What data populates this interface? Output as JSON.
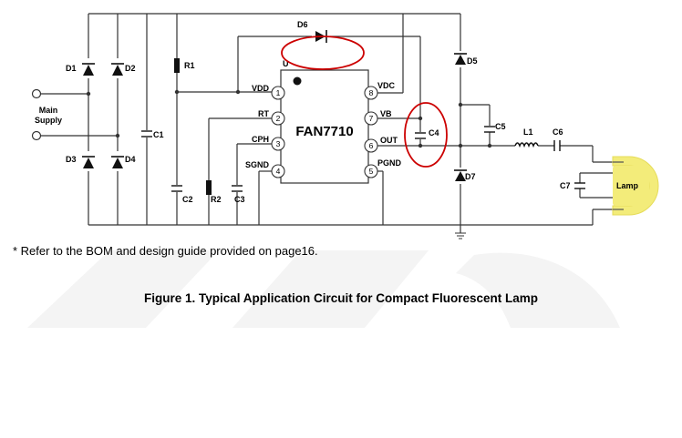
{
  "ic": {
    "name": "FAN7710",
    "pins": [
      {
        "num": "1",
        "name": "VDD"
      },
      {
        "num": "2",
        "name": "RT"
      },
      {
        "num": "3",
        "name": "CPH"
      },
      {
        "num": "4",
        "name": "SGND"
      },
      {
        "num": "5",
        "name": "PGND"
      },
      {
        "num": "6",
        "name": "OUT"
      },
      {
        "num": "7",
        "name": "VB"
      },
      {
        "num": "8",
        "name": "VDC"
      }
    ],
    "ref": "U"
  },
  "components": {
    "d1": "D1",
    "d2": "D2",
    "d3": "D3",
    "d4": "D4",
    "d5": "D5",
    "d6": "D6",
    "d7": "D7",
    "r1": "R1",
    "r2": "R2",
    "c1": "C1",
    "c2": "C2",
    "c3": "C3",
    "c4": "C4",
    "c5": "C5",
    "c6": "C6",
    "c7": "C7",
    "l1": "L1",
    "lamp": "Lamp"
  },
  "supply": {
    "line1": "Main",
    "line2": "Supply"
  },
  "note": "* Refer to the BOM and design guide provided on page16.",
  "caption": "Figure 1. Typical Application Circuit for Compact Fluorescent Lamp",
  "colors": {
    "highlight": "#cc0000",
    "lamp": "#f3ec7a",
    "wire": "#333333"
  }
}
